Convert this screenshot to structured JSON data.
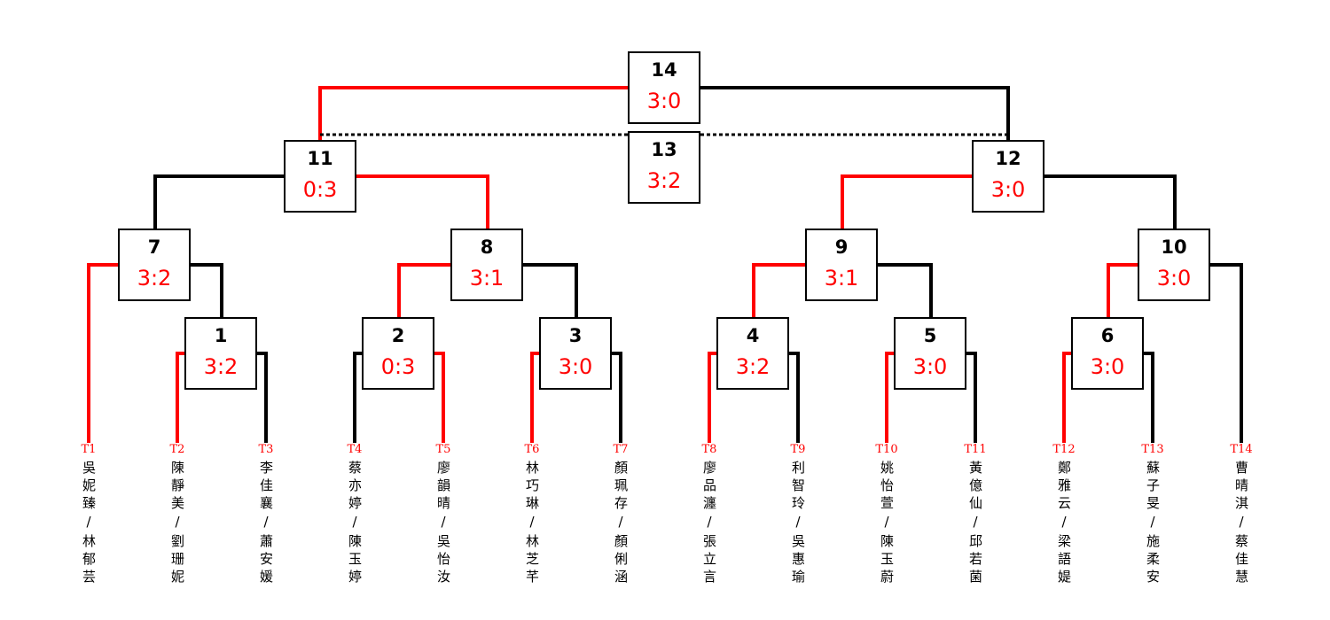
{
  "colors": {
    "winner": "#ff0000",
    "loser": "#000000",
    "score": "#ff0000"
  },
  "teams": [
    {
      "code": "T1",
      "name": "吳妮臻/林郁芸"
    },
    {
      "code": "T2",
      "name": "陳靜美/劉珊妮"
    },
    {
      "code": "T3",
      "name": "李佳襄/蕭安媛"
    },
    {
      "code": "T4",
      "name": "蔡亦婷/陳玉婷"
    },
    {
      "code": "T5",
      "name": "廖韻晴/吳怡汝"
    },
    {
      "code": "T6",
      "name": "林巧琳/林芝芊"
    },
    {
      "code": "T7",
      "name": "顏珮存/顏俐涵"
    },
    {
      "code": "T8",
      "name": "廖品瀍/張立言"
    },
    {
      "code": "T9",
      "name": "利智玲/吳惠瑜"
    },
    {
      "code": "T10",
      "name": "姚怡萱/陳玉蔚"
    },
    {
      "code": "T11",
      "name": "黃億仙/邱若菌"
    },
    {
      "code": "T12",
      "name": "鄭雅云/梁語媞"
    },
    {
      "code": "T13",
      "name": "蘇子旻/施柔安"
    },
    {
      "code": "T14",
      "name": "曹晴淇/蔡佳慧"
    }
  ],
  "matches": [
    {
      "id": "1",
      "score": "3:2",
      "winner": "left"
    },
    {
      "id": "2",
      "score": "0:3",
      "winner": "right"
    },
    {
      "id": "3",
      "score": "3:0",
      "winner": "left"
    },
    {
      "id": "4",
      "score": "3:2",
      "winner": "left"
    },
    {
      "id": "5",
      "score": "3:0",
      "winner": "left"
    },
    {
      "id": "6",
      "score": "3:0",
      "winner": "left"
    },
    {
      "id": "7",
      "score": "3:2",
      "winner": "left"
    },
    {
      "id": "8",
      "score": "3:1",
      "winner": "left"
    },
    {
      "id": "9",
      "score": "3:1",
      "winner": "left"
    },
    {
      "id": "10",
      "score": "3:0",
      "winner": "left"
    },
    {
      "id": "11",
      "score": "0:3",
      "winner": "right"
    },
    {
      "id": "12",
      "score": "3:0",
      "winner": "left"
    },
    {
      "id": "13",
      "score": "3:2",
      "winner": "none"
    },
    {
      "id": "14",
      "score": "3:0",
      "winner": "left"
    }
  ]
}
